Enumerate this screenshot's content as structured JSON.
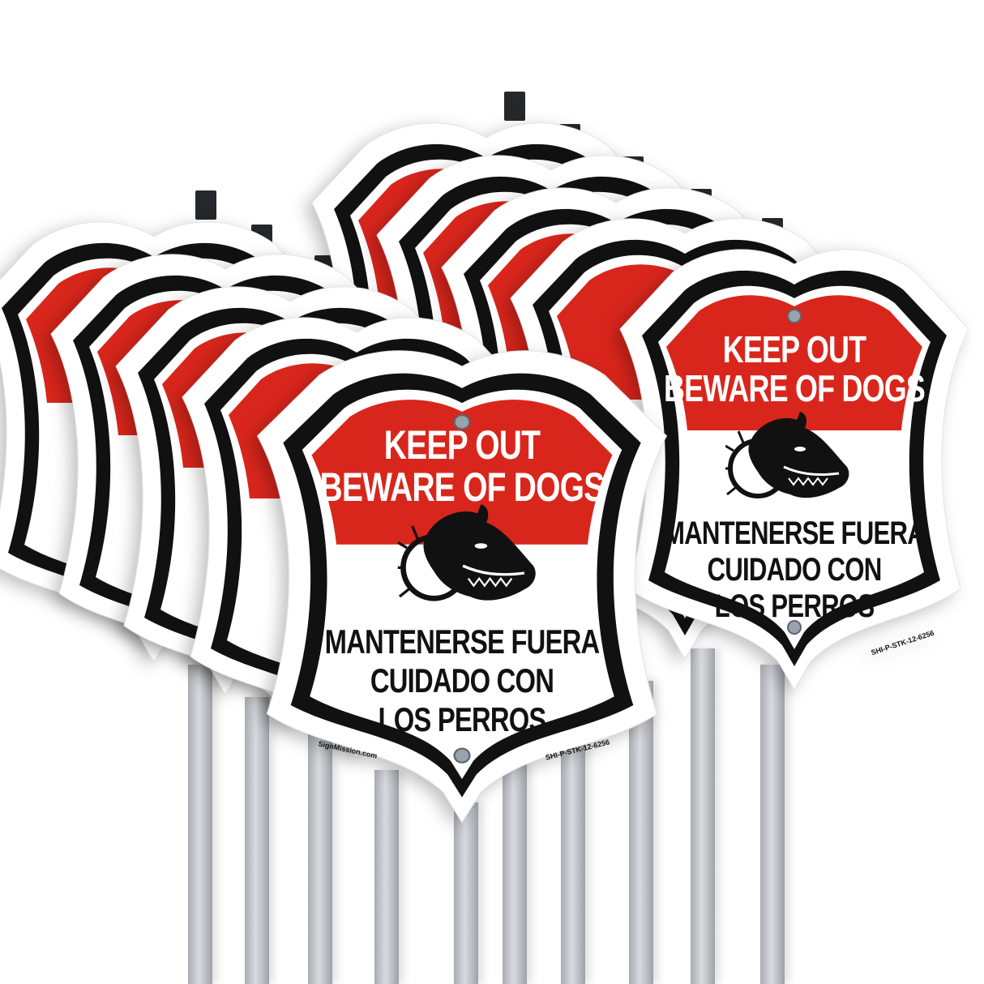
{
  "product": {
    "sign_count": 10,
    "shape": "shield",
    "colors": {
      "red": "#d9261c",
      "black": "#111111",
      "white": "#ffffff",
      "stake": "#c4c8cc",
      "cap": "#25272b"
    }
  },
  "sign": {
    "header_line1": "KEEP OUT",
    "header_line2": "BEWARE OF DOGS",
    "body_line1": "MANTENERSE FUERA",
    "body_line2": "CUIDADO CON",
    "body_line3": "LOS PERROS",
    "brand": "SignMission.com",
    "sku": "SHI-P-STK-12-6256",
    "illustration": "snarling-dog-with-spiked-collar"
  }
}
